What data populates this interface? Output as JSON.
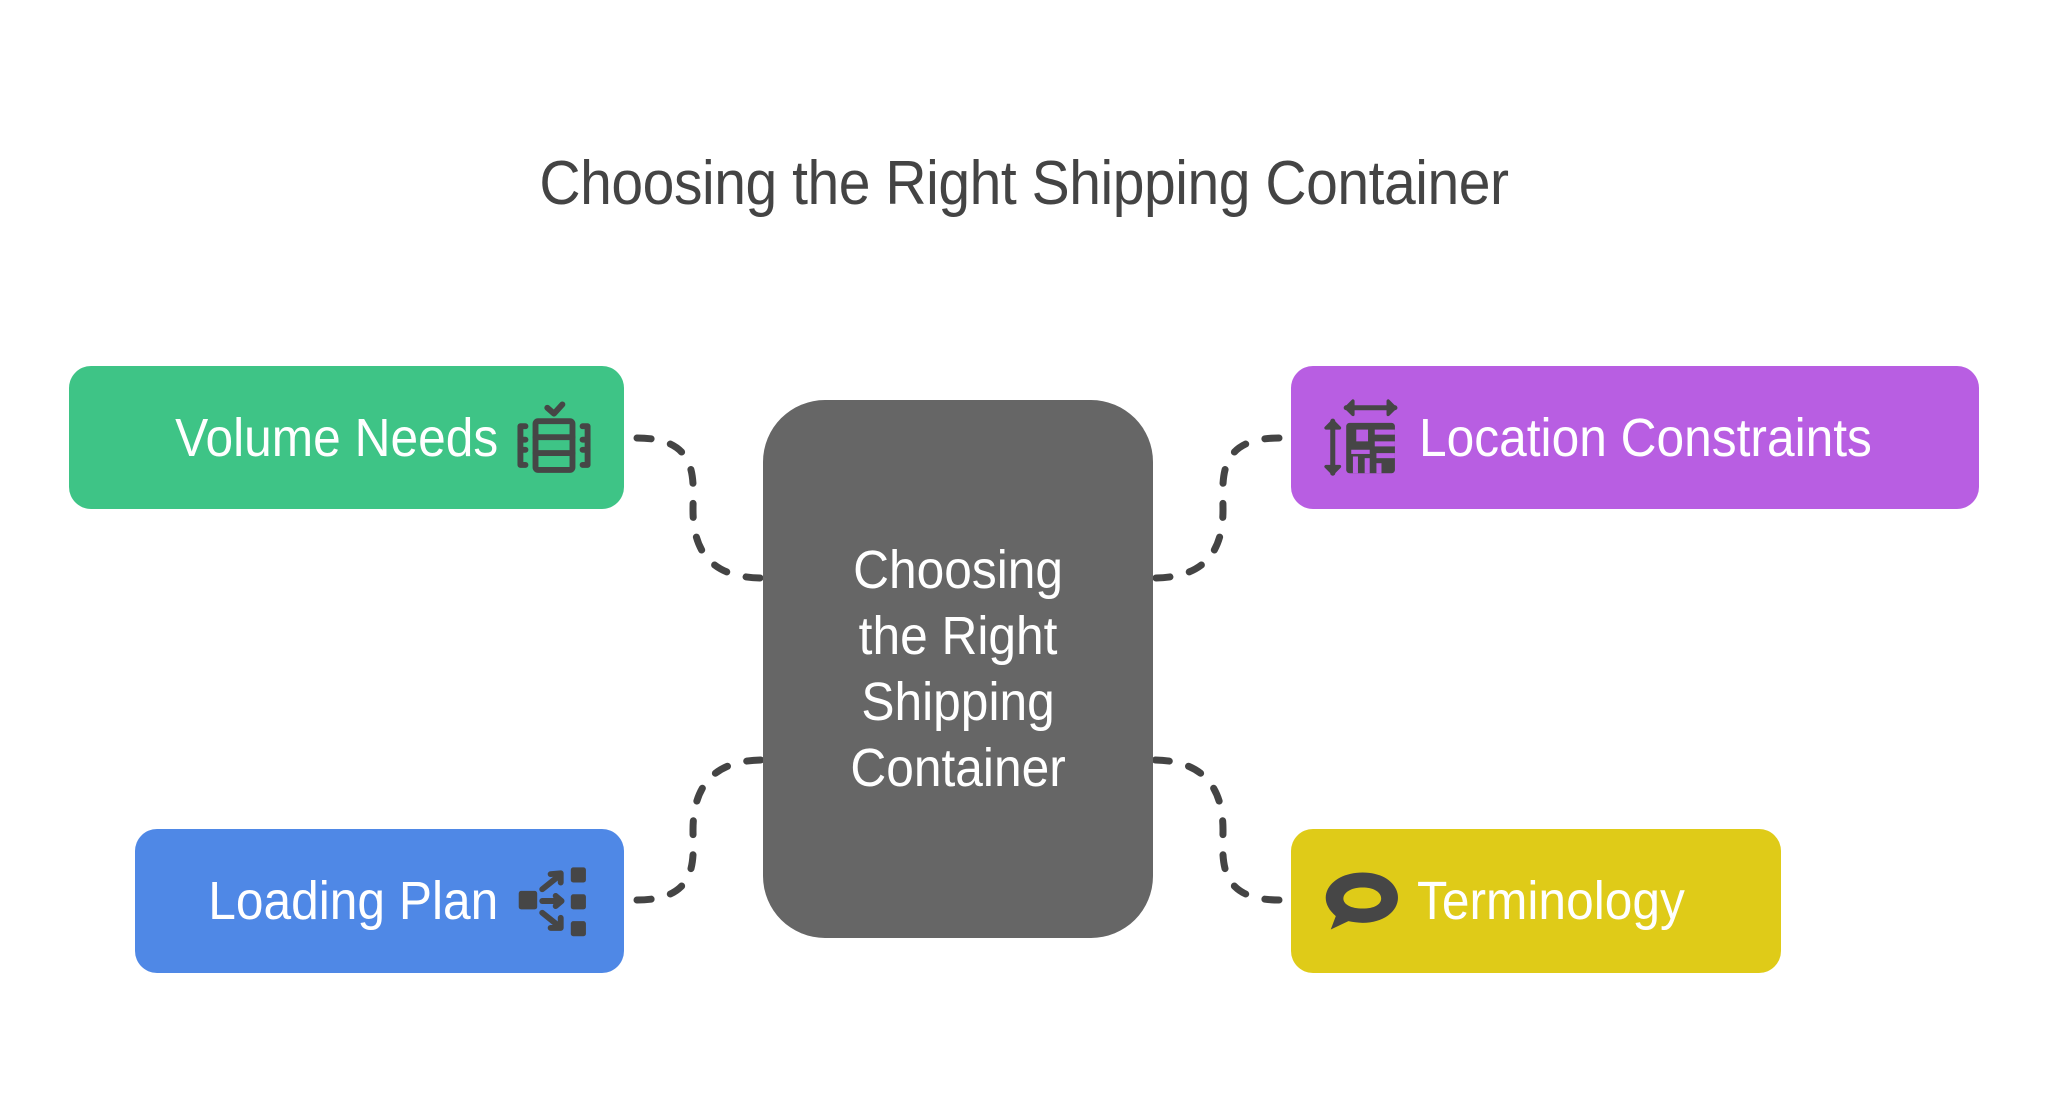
{
  "diagram": {
    "title": "Choosing the Right Shipping Container",
    "center": {
      "label": "Choosing\nthe Right\nShipping\nContainer",
      "color": "#666666"
    },
    "nodes": [
      {
        "id": "volume",
        "label": "Volume Needs",
        "icon": "container-checklist-icon",
        "color": "#3ec486",
        "side": "left",
        "position": "top"
      },
      {
        "id": "location",
        "label": "Location Constraints",
        "icon": "floorplan-dimensions-icon",
        "color": "#b85ee2",
        "side": "right",
        "position": "top"
      },
      {
        "id": "loading",
        "label": "Loading Plan",
        "icon": "distribution-flow-icon",
        "color": "#4f88e6",
        "side": "left",
        "position": "bottom"
      },
      {
        "id": "term",
        "label": "Terminology",
        "icon": "speech-bubble-icon",
        "color": "#dfcb18",
        "side": "right",
        "position": "bottom"
      }
    ],
    "connector_color": "#444444",
    "icon_color": "#464646"
  }
}
